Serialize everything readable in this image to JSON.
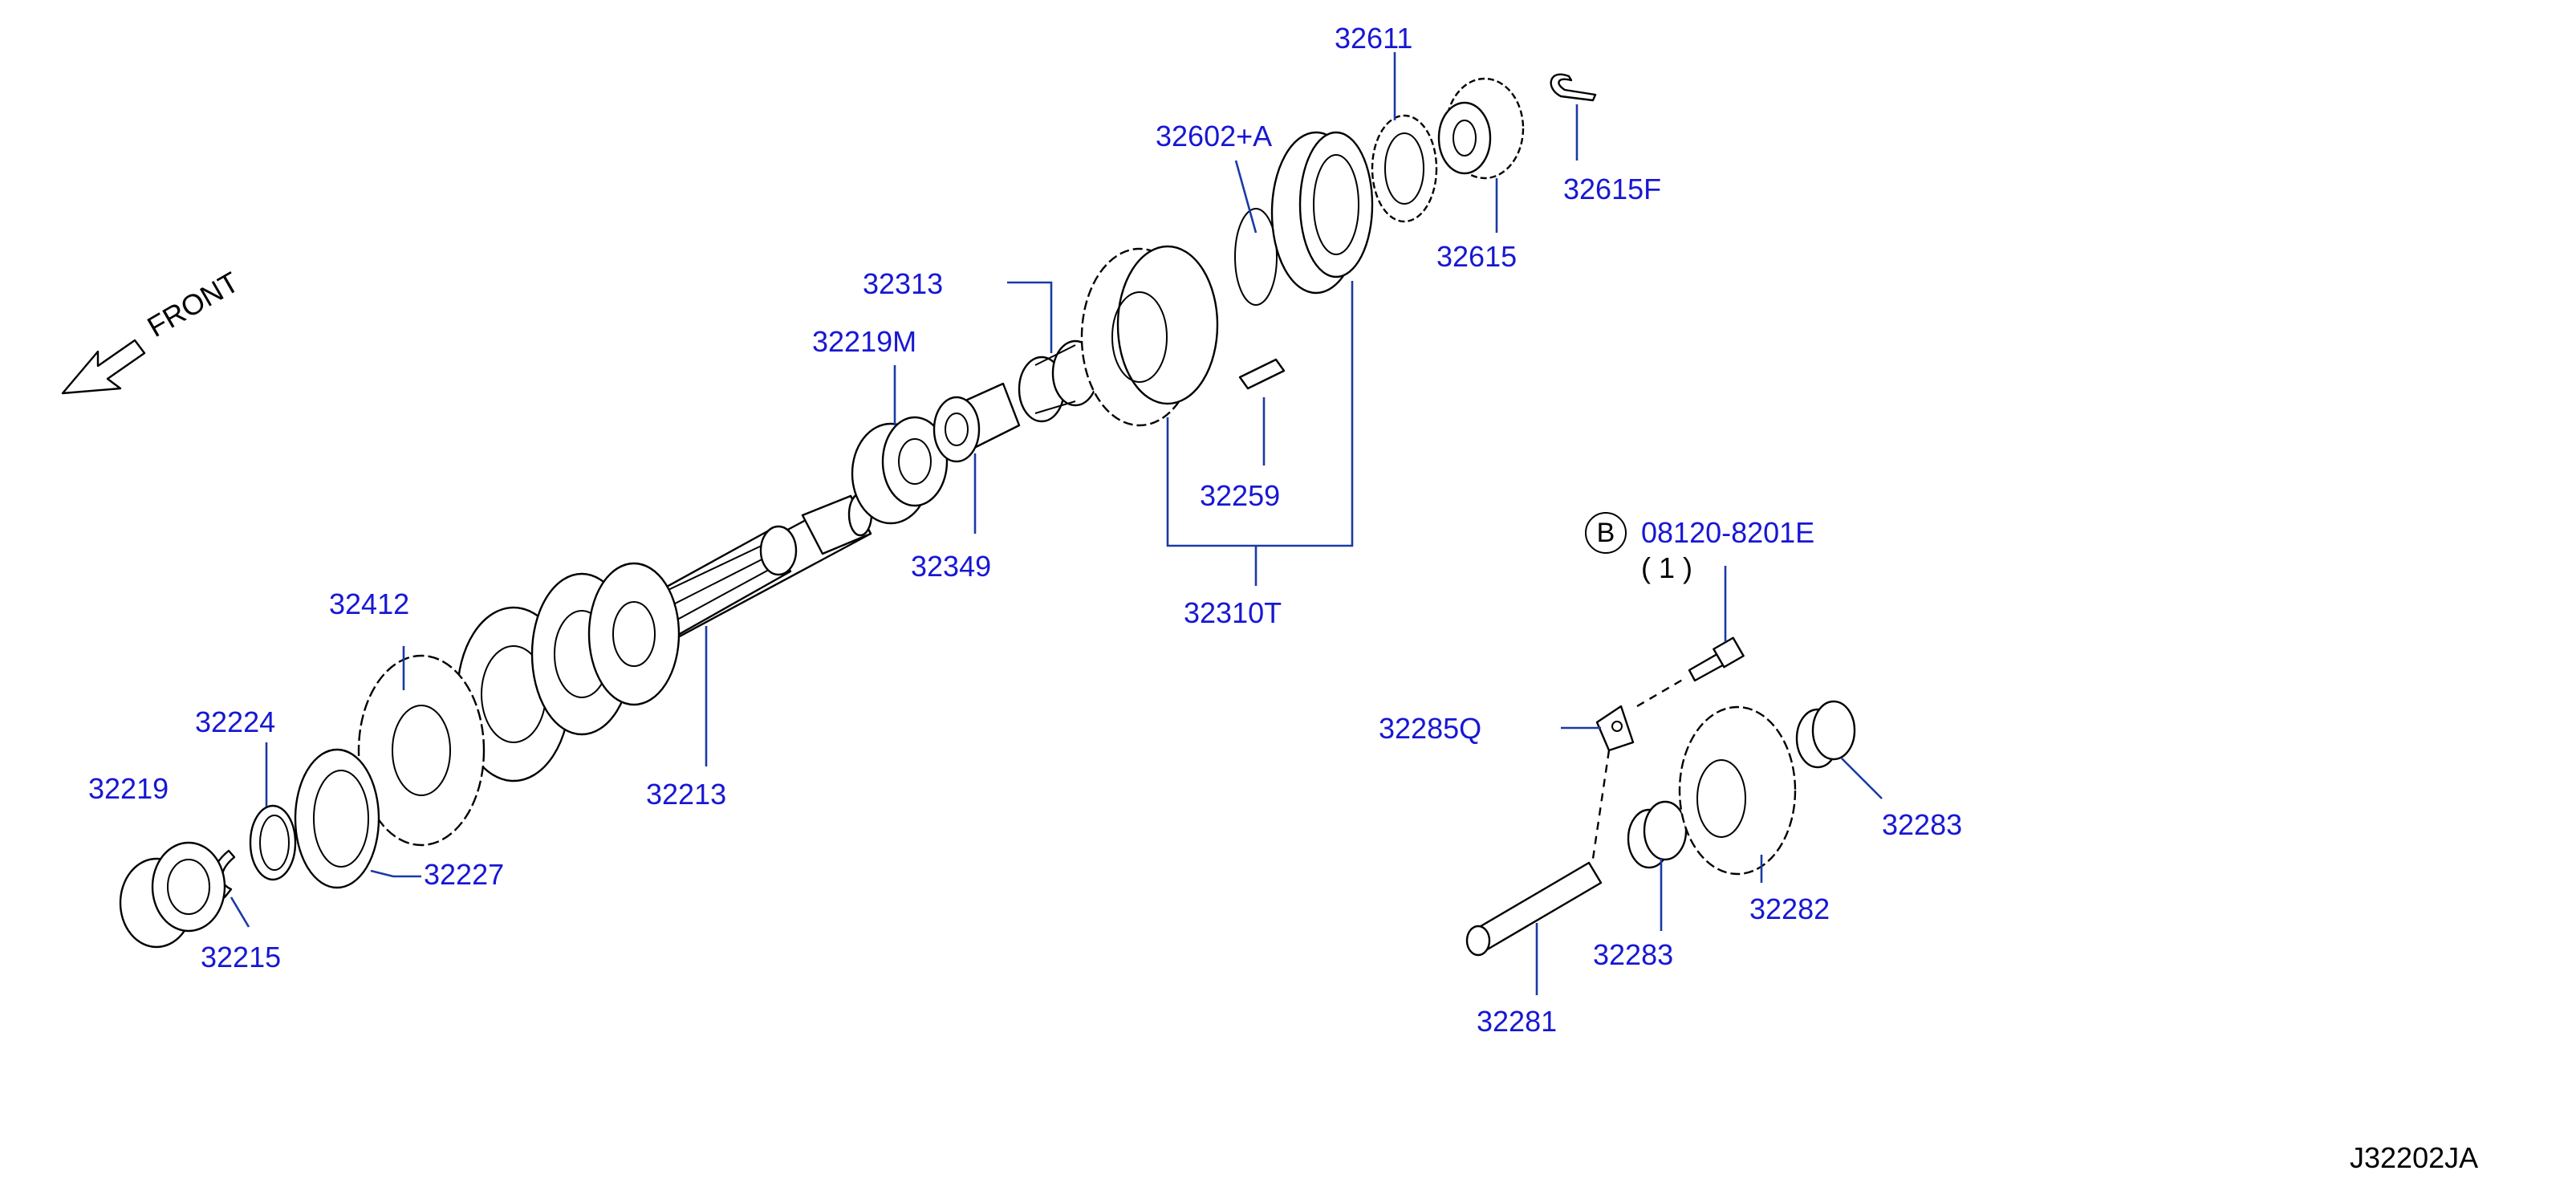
{
  "diagram": {
    "front_label": "FRONT",
    "ref_code": "J32202JA",
    "bolt_marker": "B",
    "bolt_part": "08120-8201E",
    "bolt_qty": "( 1 )",
    "parts": {
      "p32611": "32611",
      "p32602A": "32602+A",
      "p32615F": "32615F",
      "p32615": "32615",
      "p32313": "32313",
      "p32219M": "32219M",
      "p32259": "32259",
      "p32349": "32349",
      "p32310T": "32310T",
      "p32412": "32412",
      "p32224": "32224",
      "p32219": "32219",
      "p32213": "32213",
      "p32227": "32227",
      "p32215": "32215",
      "p32285Q": "32285Q",
      "p32283a": "32283",
      "p32282": "32282",
      "p32283b": "32283",
      "p32281": "32281"
    }
  }
}
